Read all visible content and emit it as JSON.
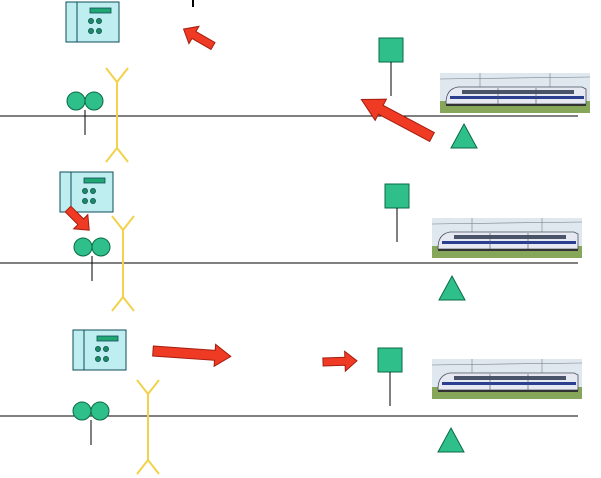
{
  "colors": {
    "background": "#ffffff",
    "track": "#000000",
    "yellow_mark": "#f2d24b",
    "green_fill": "#2fbf8a",
    "green_stroke": "#0a6b45",
    "arrow_fill": "#ef3b24",
    "arrow_stroke": "#a51d10",
    "device_fill": "#bfeef0",
    "device_stroke": "#0e4c5a",
    "device_screen": "#1fa874",
    "device_button": "#1b8a5f",
    "train_body": "#e6e9f1",
    "train_stripe": "#2a3f8f",
    "grass": "#86a65a",
    "sky": "#dfe7ef"
  },
  "panels": [
    {
      "id": "top",
      "icons": [
        "control-panel-icon",
        "signal-icon",
        "square-sign-icon",
        "triangle-sign-icon",
        "train-icon"
      ]
    },
    {
      "id": "middle",
      "icons": [
        "control-panel-icon",
        "signal-icon",
        "square-sign-icon",
        "triangle-sign-icon",
        "train-icon"
      ]
    },
    {
      "id": "bottom",
      "icons": [
        "control-panel-icon",
        "signal-icon",
        "square-sign-icon",
        "triangle-sign-icon",
        "train-icon"
      ]
    }
  ]
}
